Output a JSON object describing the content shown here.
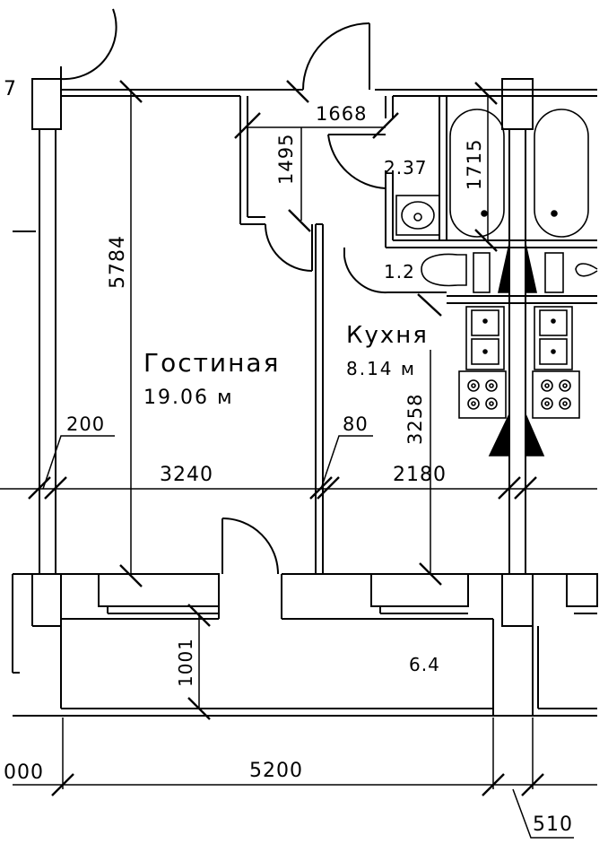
{
  "rooms": {
    "living": {
      "name": "Гостиная",
      "area": "19.06 м"
    },
    "kitchen": {
      "name": "Кухня",
      "area": "8.14 м"
    },
    "bathroom": {
      "area": "2.37"
    },
    "toilet": {
      "area": "1.2"
    },
    "balcony": {
      "area": "6.4"
    }
  },
  "dimensions": {
    "hall_width": "1668",
    "hall_depth": "1495",
    "bath_depth": "1715",
    "living_depth": "5784",
    "kitchen_depth": "3258",
    "balcony_depth": "1001",
    "living_width": "3240",
    "kitchen_width": "2180",
    "wall_outer": "200",
    "wall_inner": "80",
    "total_width": "5200",
    "partial_left": "000",
    "partial_right": "510",
    "corner_left": "7"
  },
  "colors": {
    "line": "#000000",
    "background": "#ffffff"
  }
}
